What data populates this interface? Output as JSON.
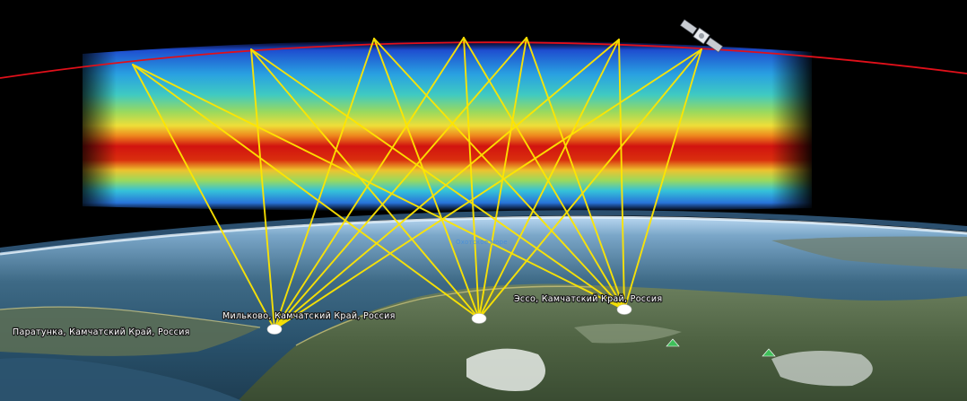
{
  "scene": {
    "colors": {
      "space": "#000000",
      "orbit": "#e0101a",
      "ray": "#ffe600",
      "station": "#ffffff",
      "heatmap_red": "#d81410",
      "heatmap_yellow": "#f5e53a",
      "heatmap_green": "#6fd35a",
      "heatmap_cyan": "#32c6e6",
      "heatmap_blue": "#1c5ed8"
    },
    "icons": {
      "satellite": "satellite-icon",
      "station": "ground-station-marker-icon",
      "peak": "mountain-peak-icon"
    },
    "stations": [
      {
        "id": "paratunka",
        "label": "Паратунка, Камчатский Край, Россия"
      },
      {
        "id": "milkovo",
        "label": "Мильково, Камчатский Край, Россия"
      },
      {
        "id": "esso",
        "label": "Эссо, Камчатский Край, Россия"
      }
    ],
    "sea_label": "Охотское море"
  }
}
